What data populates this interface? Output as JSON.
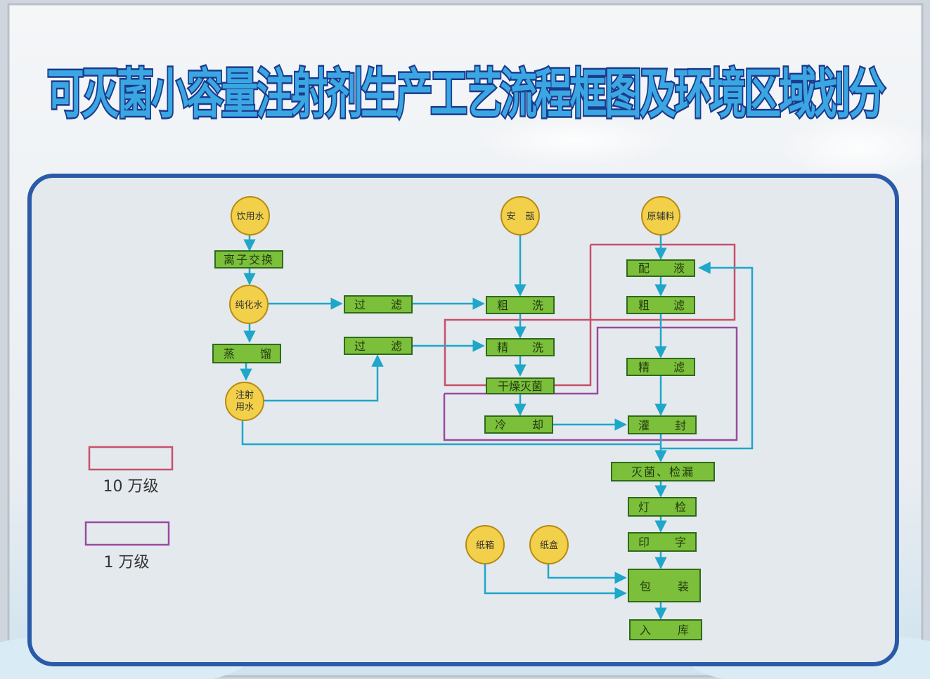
{
  "title": "可灭菌小容量注射剂生产工艺流程框图及环境区域划分",
  "colors": {
    "background": "#e6ebf0",
    "frame": "#2a5aa8",
    "node_fill": "#7cbf3a",
    "node_border": "#2f6b1a",
    "circle_fill": "#f2d04a",
    "circle_border": "#b88a12",
    "arrow": "#1ea7c9",
    "zone_100k": "#c8506a",
    "zone_10k": "#9a4aa0",
    "title_fill": "#3aa7e3",
    "title_stroke": "#1c3a8c"
  },
  "nodes": {
    "drinking_water": "饮用水",
    "ion_exchange": "离子交换",
    "purified_water": "纯化水",
    "distill_1": "蒸",
    "distill_2": "馏",
    "wfi_1": "注射",
    "wfi_2": "用水",
    "filter1_1": "过",
    "filter1_2": "滤",
    "filter2_1": "过",
    "filter2_2": "滤",
    "ampoule_1": "安",
    "ampoule_2": "瓿",
    "rough_wash_1": "粗",
    "rough_wash_2": "洗",
    "fine_wash_1": "精",
    "fine_wash_2": "洗",
    "dry_sterilize": "干燥灭菌",
    "cool_1": "冷",
    "cool_2": "却",
    "raw_materials": "原辅料",
    "prepare_1": "配",
    "prepare_2": "液",
    "rough_filter_1": "粗",
    "rough_filter_2": "滤",
    "fine_filter_1": "精",
    "fine_filter_2": "滤",
    "fill_seal_1": "灌",
    "fill_seal_2": "封",
    "sterilize_leak": "灭菌、检漏",
    "light_inspect_1": "灯",
    "light_inspect_2": "检",
    "print_1": "印",
    "print_2": "字",
    "carton": "纸箱",
    "box": "纸盒",
    "pack_1": "包",
    "pack_2": "装",
    "store_1": "入",
    "store_2": "库"
  },
  "legend": {
    "zone_100k_label": "10 万级",
    "zone_10k_label": "1 万级"
  }
}
